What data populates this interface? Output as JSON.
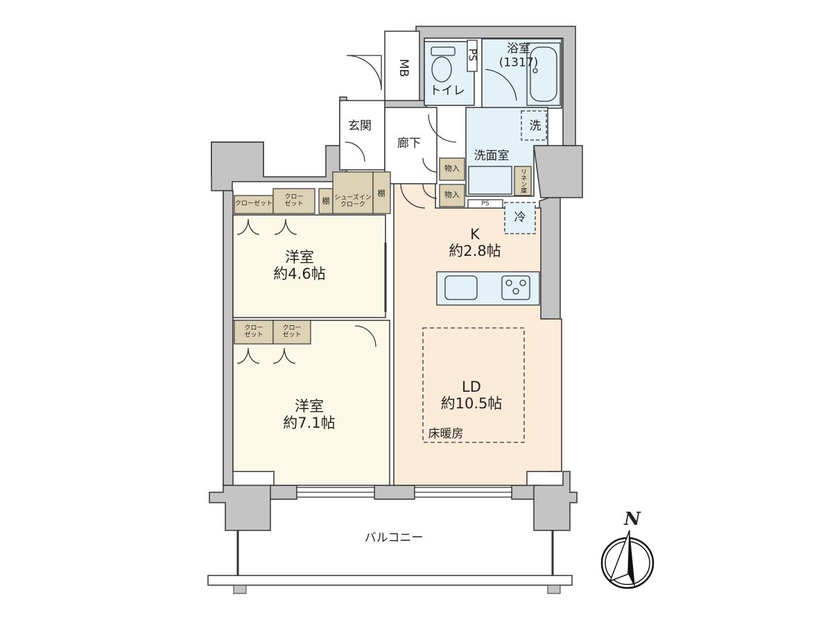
{
  "floorplan": {
    "colors": {
      "wall": "#c4c4c4",
      "wall_stroke": "#333333",
      "western_room": "#fdf9e9",
      "ldk": "#fcebd9",
      "wet_area": "#e3f1f8",
      "storage": "#ddd2b5",
      "balcony": "#ffffff"
    },
    "rooms": {
      "bath": {
        "name": "浴室",
        "size": "(1317)"
      },
      "toilet": {
        "name": "トイレ"
      },
      "ps_top": {
        "name": "PS"
      },
      "mb": {
        "name": "MB"
      },
      "entrance": {
        "name": "玄関"
      },
      "hallway": {
        "name": "廊下"
      },
      "washroom": {
        "name": "洗面室"
      },
      "washer": {
        "name": "洗"
      },
      "linen": {
        "name": "リネン庫"
      },
      "storage1": {
        "name": "物入"
      },
      "storage2": {
        "name": "物入"
      },
      "ps_kitchen": {
        "name": "PS"
      },
      "fridge": {
        "name": "冷"
      },
      "kitchen": {
        "name": "K",
        "size": "約2.8帖"
      },
      "ld": {
        "name": "LD",
        "size": "約10.5帖",
        "note": "床暖房"
      },
      "room1": {
        "name": "洋室",
        "size": "約4.6帖"
      },
      "room2": {
        "name": "洋室",
        "size": "約7.1帖"
      },
      "closet_a": {
        "name": "クローゼット"
      },
      "closet_b": {
        "name": "クロー\nゼット"
      },
      "shelf1": {
        "name": "棚"
      },
      "shoe_closet": {
        "name": "シューズイン\nクローク"
      },
      "shelf2": {
        "name": "棚"
      },
      "closet_c": {
        "name": "クロー\nゼット"
      },
      "closet_d": {
        "name": "クロー\nゼット"
      },
      "balcony": {
        "name": "バルコニー"
      }
    },
    "compass": {
      "label": "N"
    }
  }
}
